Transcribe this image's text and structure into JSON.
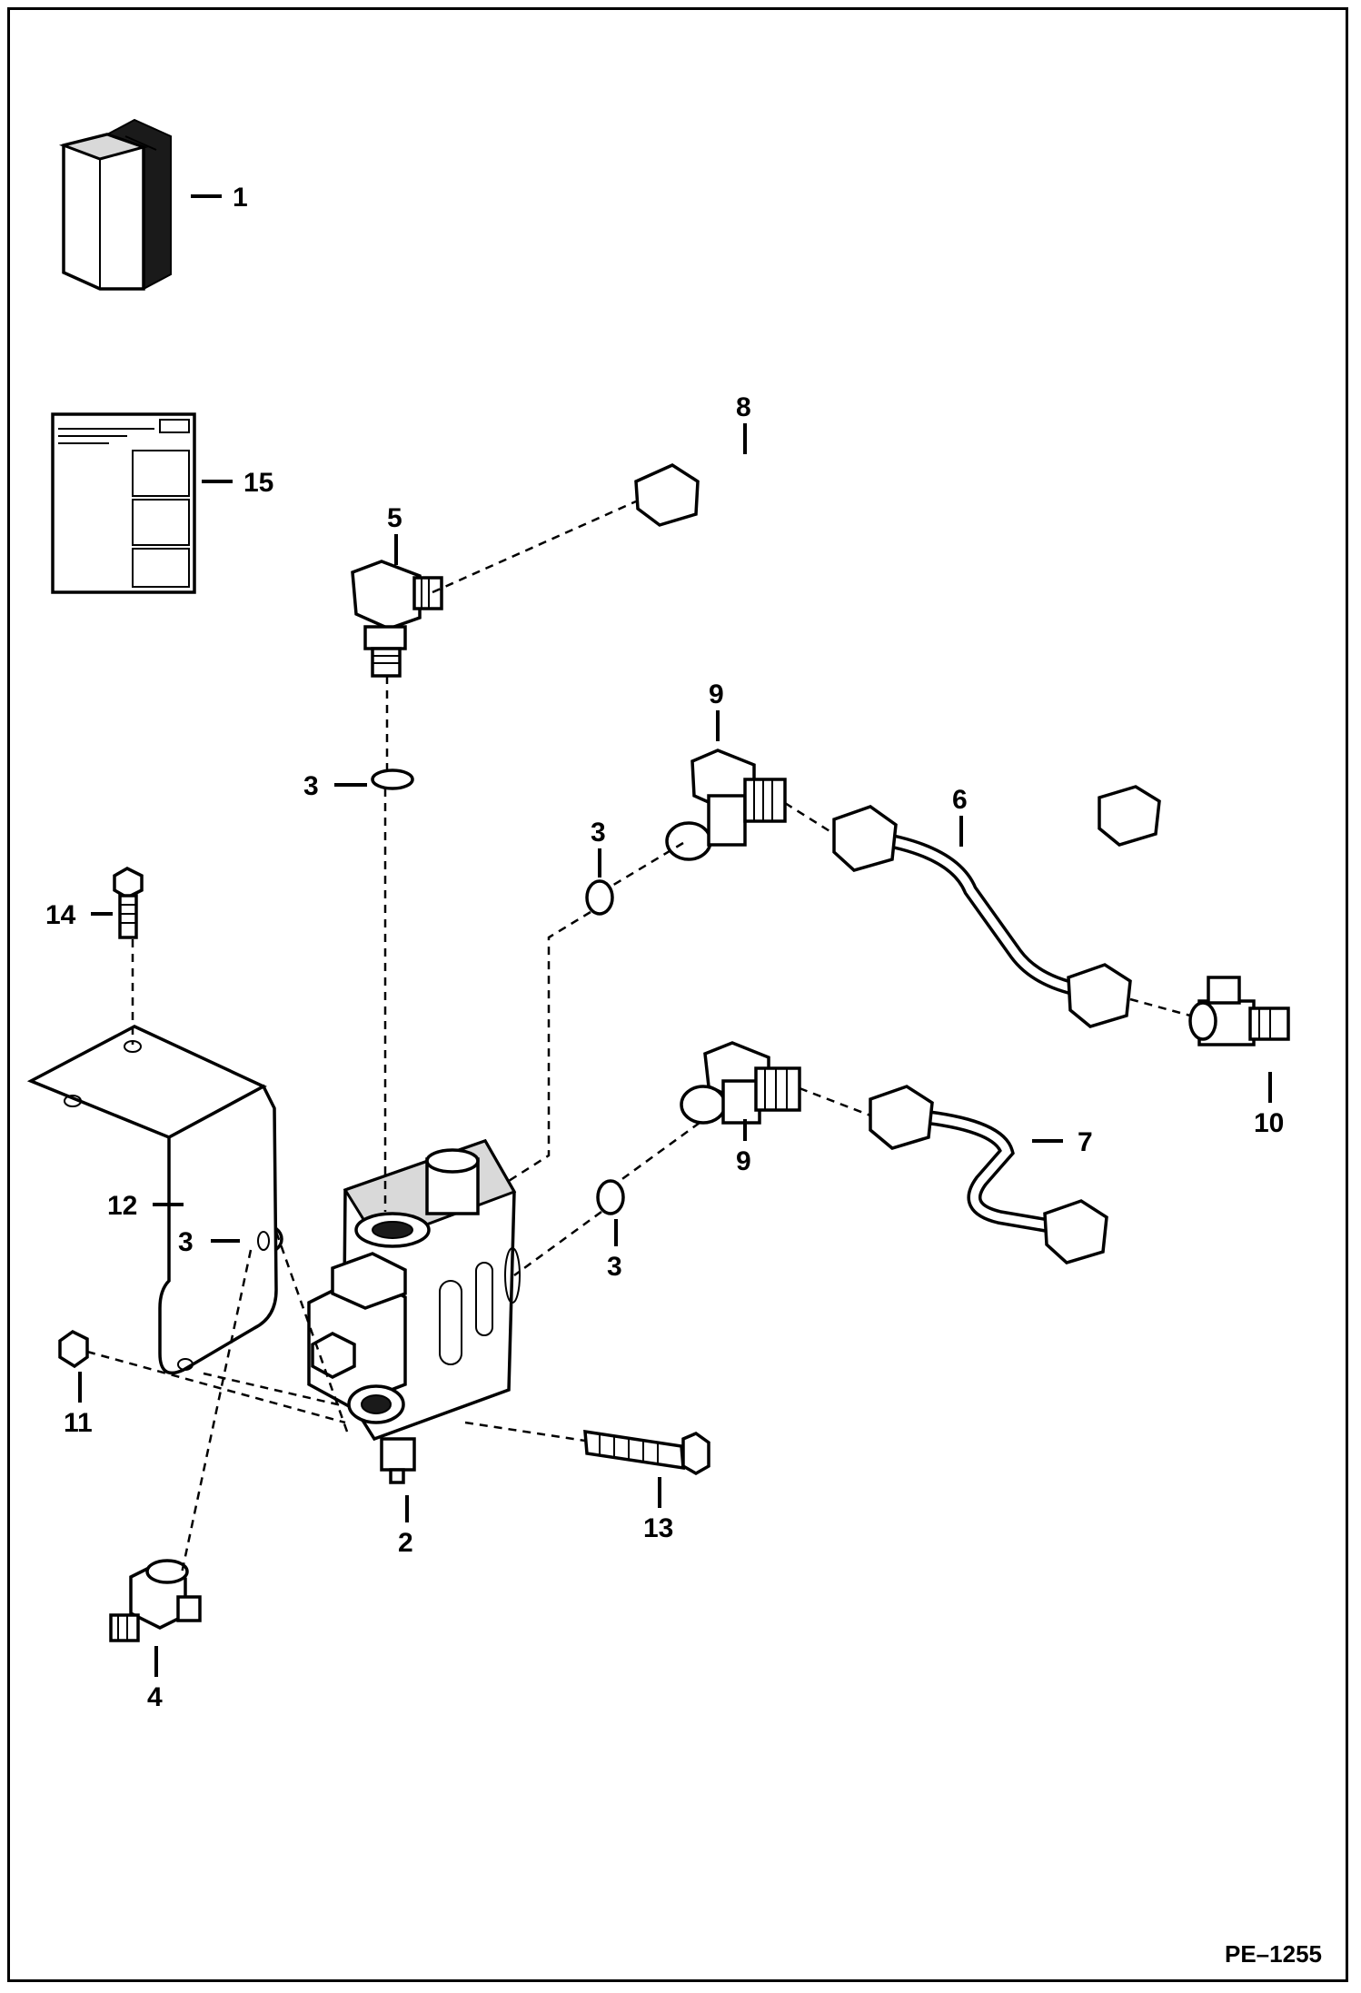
{
  "callouts": [
    {
      "label": "1"
    },
    {
      "label": "15"
    },
    {
      "label": "5"
    },
    {
      "label": "8"
    },
    {
      "label": "3"
    },
    {
      "label": "9"
    },
    {
      "label": "3"
    },
    {
      "label": "6"
    },
    {
      "label": "14"
    },
    {
      "label": "10"
    },
    {
      "label": "9"
    },
    {
      "label": "7"
    },
    {
      "label": "12"
    },
    {
      "label": "3"
    },
    {
      "label": "11"
    },
    {
      "label": "3"
    },
    {
      "label": "2"
    },
    {
      "label": "13"
    },
    {
      "label": "4"
    }
  ],
  "figure_code": "PE–1255"
}
